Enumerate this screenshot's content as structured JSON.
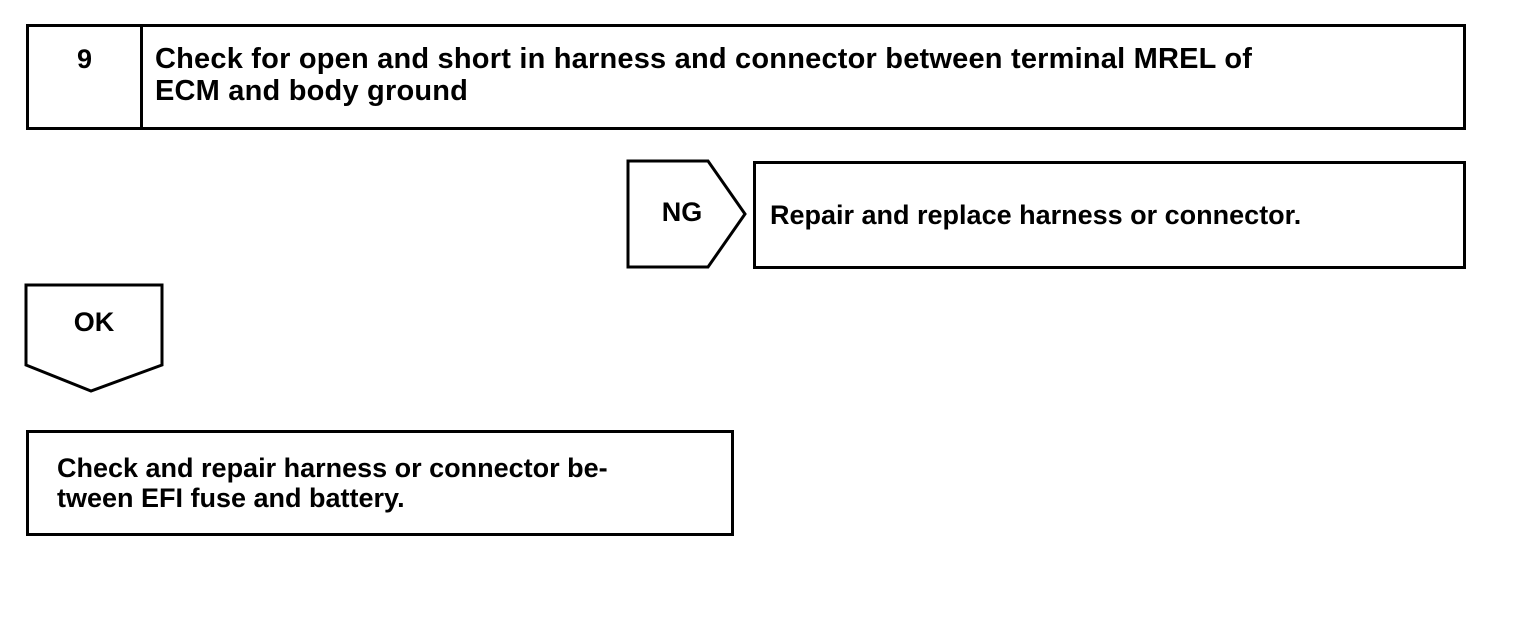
{
  "step": {
    "number": "9",
    "title_line1": "Check for open and short in harness and connector between terminal MREL of",
    "title_line2": "ECM and body ground"
  },
  "ng_branch": {
    "label": "NG",
    "action": "Repair and replace harness or connector."
  },
  "ok_branch": {
    "label": "OK",
    "action_line1": "Check and repair harness or connector be-",
    "action_line2": "tween EFI fuse and battery."
  }
}
